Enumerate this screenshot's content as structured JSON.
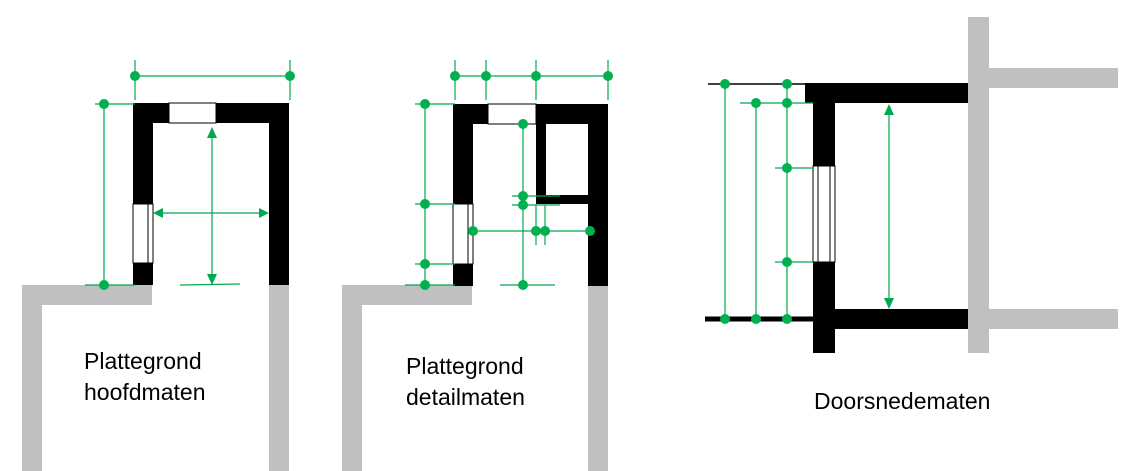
{
  "accent": "#00b050",
  "wall_color": "#000000",
  "context_color": "#c0c0c0",
  "labels": {
    "plan_main": [
      "Plattegrond",
      "hoofdmaten"
    ],
    "plan_detail": [
      "Plattegrond",
      "detailmaten"
    ],
    "section": "Doorsnedematen"
  }
}
